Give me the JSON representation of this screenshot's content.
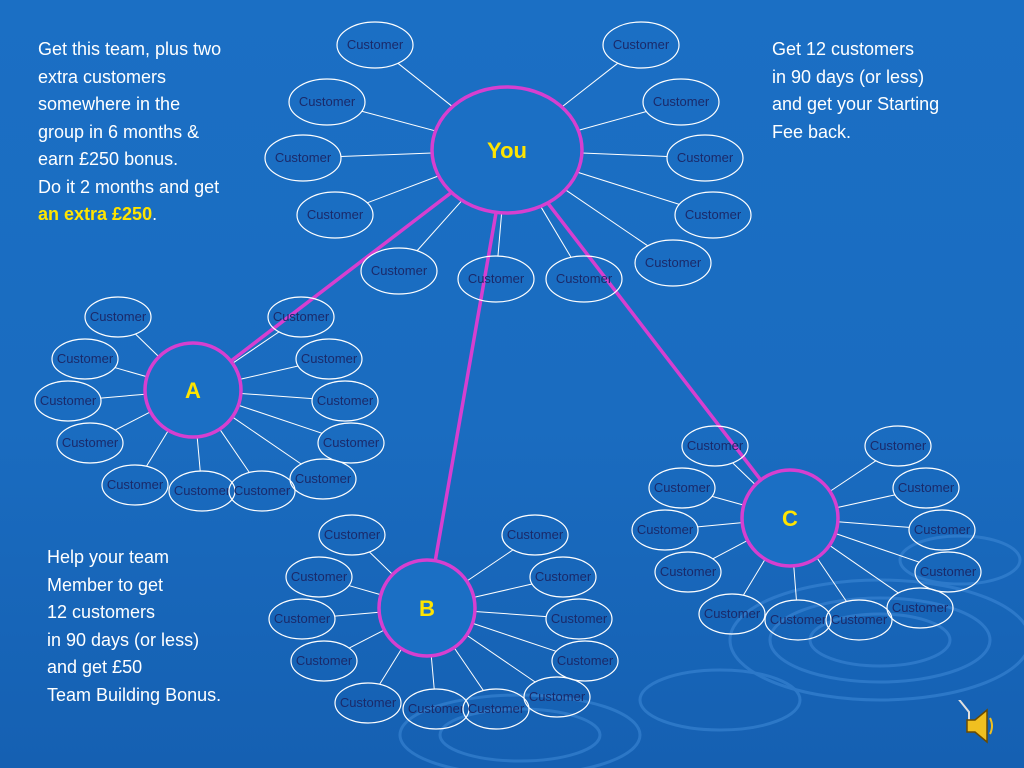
{
  "diagram": {
    "hub_you_label": "You",
    "hub_a_label": "A",
    "hub_b_label": "B",
    "hub_c_label": "C",
    "customer_label": "Customer",
    "colors": {
      "background": "#1b6fc4",
      "hub_stroke": "#d63fd0",
      "link": "#d63fd0",
      "spoke": "#ffffff",
      "hub_text": "#ffe400"
    }
  },
  "text_top_left": {
    "line1": "Get this team, plus two",
    "line2": "extra customers",
    "line3": "somewhere in the",
    "line4": "group in 6 months &",
    "line5": "earn £250 bonus.",
    "line6": "Do it 2 months and get",
    "line7_highlight": "an extra £250",
    "line7_end": "."
  },
  "text_top_right": {
    "line1": "Get 12 customers",
    "line2": "in 90 days (or less)",
    "line3": "and get your Starting",
    "line4": "Fee back."
  },
  "text_bottom_left": {
    "line1": "Help your team",
    "line2": "Member to get",
    "line3": "12 customers",
    "line4": "in 90 days (or less)",
    "line5": "and get £50",
    "line6": "Team Building Bonus."
  },
  "icons": {
    "speaker": "speaker-icon"
  }
}
